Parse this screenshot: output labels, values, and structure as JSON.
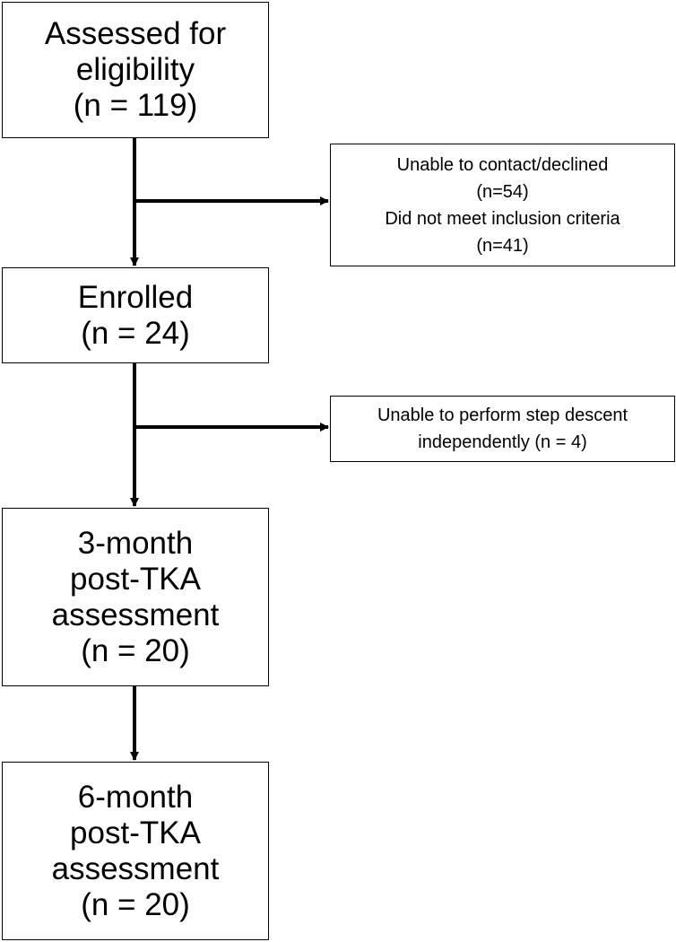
{
  "boxes": {
    "assessed": {
      "lines": [
        "Assessed for",
        "eligibility",
        "(n = 119)"
      ]
    },
    "excluded_1": {
      "lines": [
        "Unable to contact/declined",
        "(n=54)",
        "Did not meet inclusion criteria",
        "(n=41)"
      ]
    },
    "enrolled": {
      "lines": [
        "Enrolled",
        "(n = 24)"
      ]
    },
    "excluded_2": {
      "lines": [
        "Unable to perform step descent",
        "independently (n = 4)"
      ]
    },
    "three_month": {
      "lines": [
        "3-month",
        "post-TKA",
        "assessment",
        "(n = 20)"
      ]
    },
    "six_month": {
      "lines": [
        "6-month",
        "post-TKA",
        "assessment",
        "(n = 20)"
      ]
    }
  }
}
